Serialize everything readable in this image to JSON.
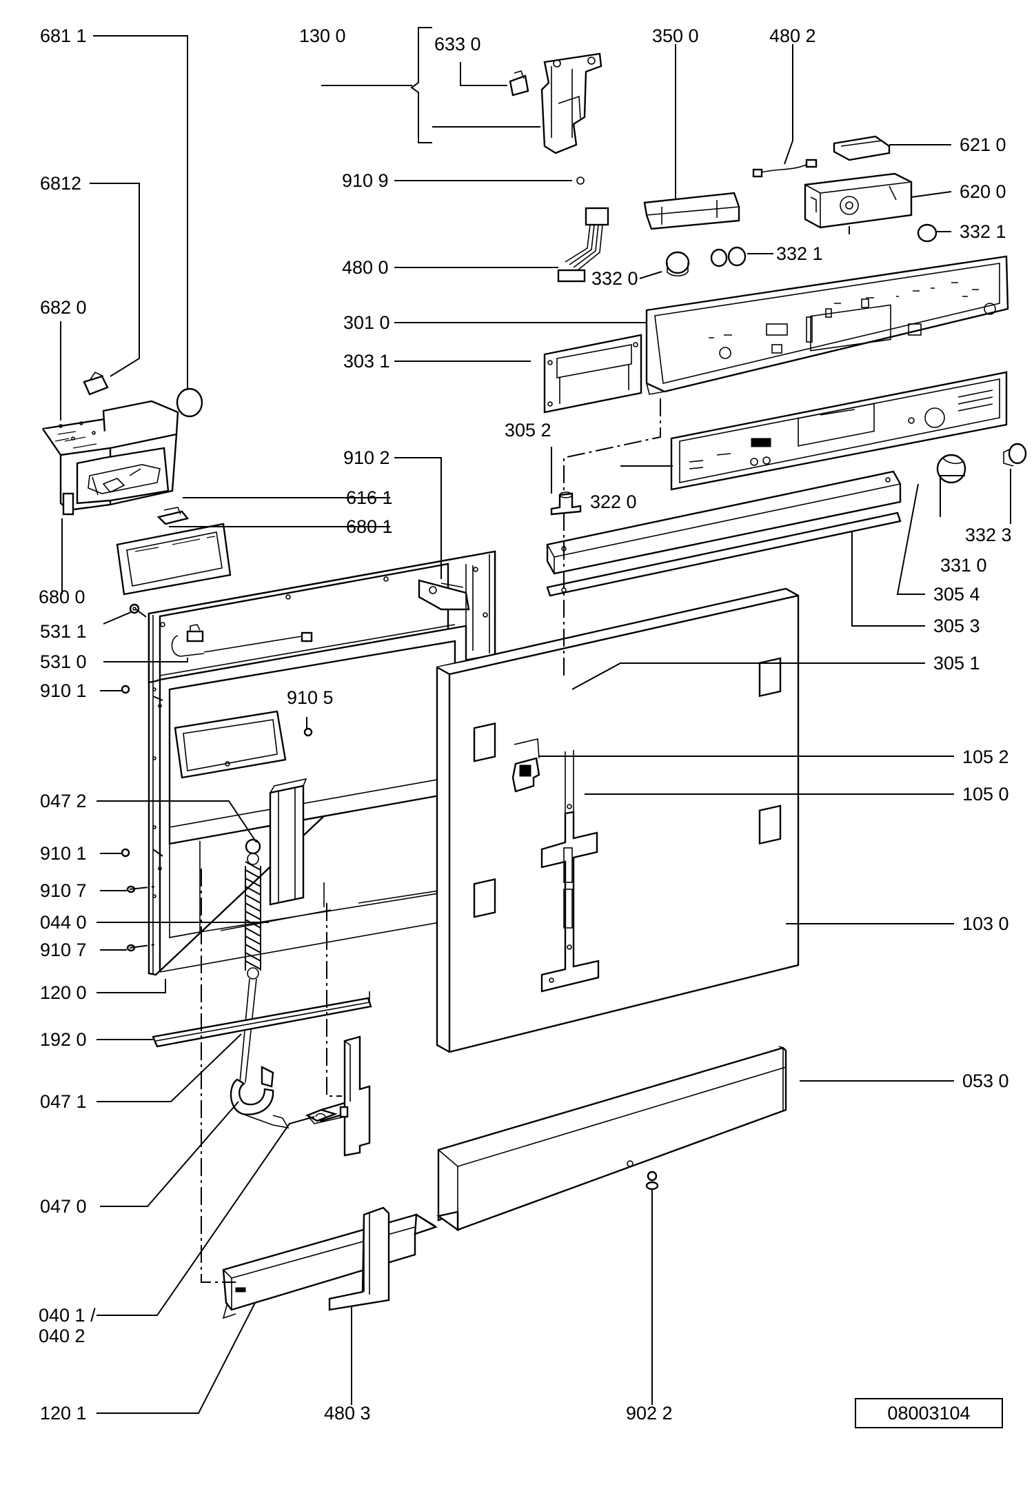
{
  "diagram": {
    "reference_number": "08003104",
    "labels": {
      "l_6811": "681 1",
      "l_1300": "130 0",
      "l_6330": "633 0",
      "l_3500": "350 0",
      "l_4802": "480 2",
      "l_6210": "621 0",
      "l_9109": "910 9",
      "l_6200": "620 0",
      "l_6812": "6812",
      "l_3321a": "332 1",
      "l_4800": "480 0",
      "l_3320": "332 0",
      "l_3321b": "332 1",
      "l_6820": "682 0",
      "l_3010": "301 0",
      "l_3031": "303 1",
      "l_3052": "305 2",
      "l_9102": "910 2",
      "l_3220": "322 0",
      "l_6161": "616 1",
      "l_6801": "680 1",
      "l_3323": "332 3",
      "l_3310": "331 0",
      "l_6800": "680 0",
      "l_3054": "305 4",
      "l_5311": "531 1",
      "l_3053": "305 3",
      "l_5310": "531 0",
      "l_3051": "305 1",
      "l_9101a": "910 1",
      "l_9105": "910 5",
      "l_1052": "105 2",
      "l_1050": "105 0",
      "l_0472": "047 2",
      "l_9101b": "910 1",
      "l_9107a": "910 7",
      "l_0440": "044 0",
      "l_1030": "103 0",
      "l_9107b": "910 7",
      "l_1200": "120 0",
      "l_1920": "192 0",
      "l_0530": "053 0",
      "l_0471": "047 1",
      "l_0470": "047 0",
      "l_0401": "040 1 /",
      "l_0402": "040 2",
      "l_1201": "120 1",
      "l_4803": "480 3",
      "l_9022": "902 2"
    }
  }
}
